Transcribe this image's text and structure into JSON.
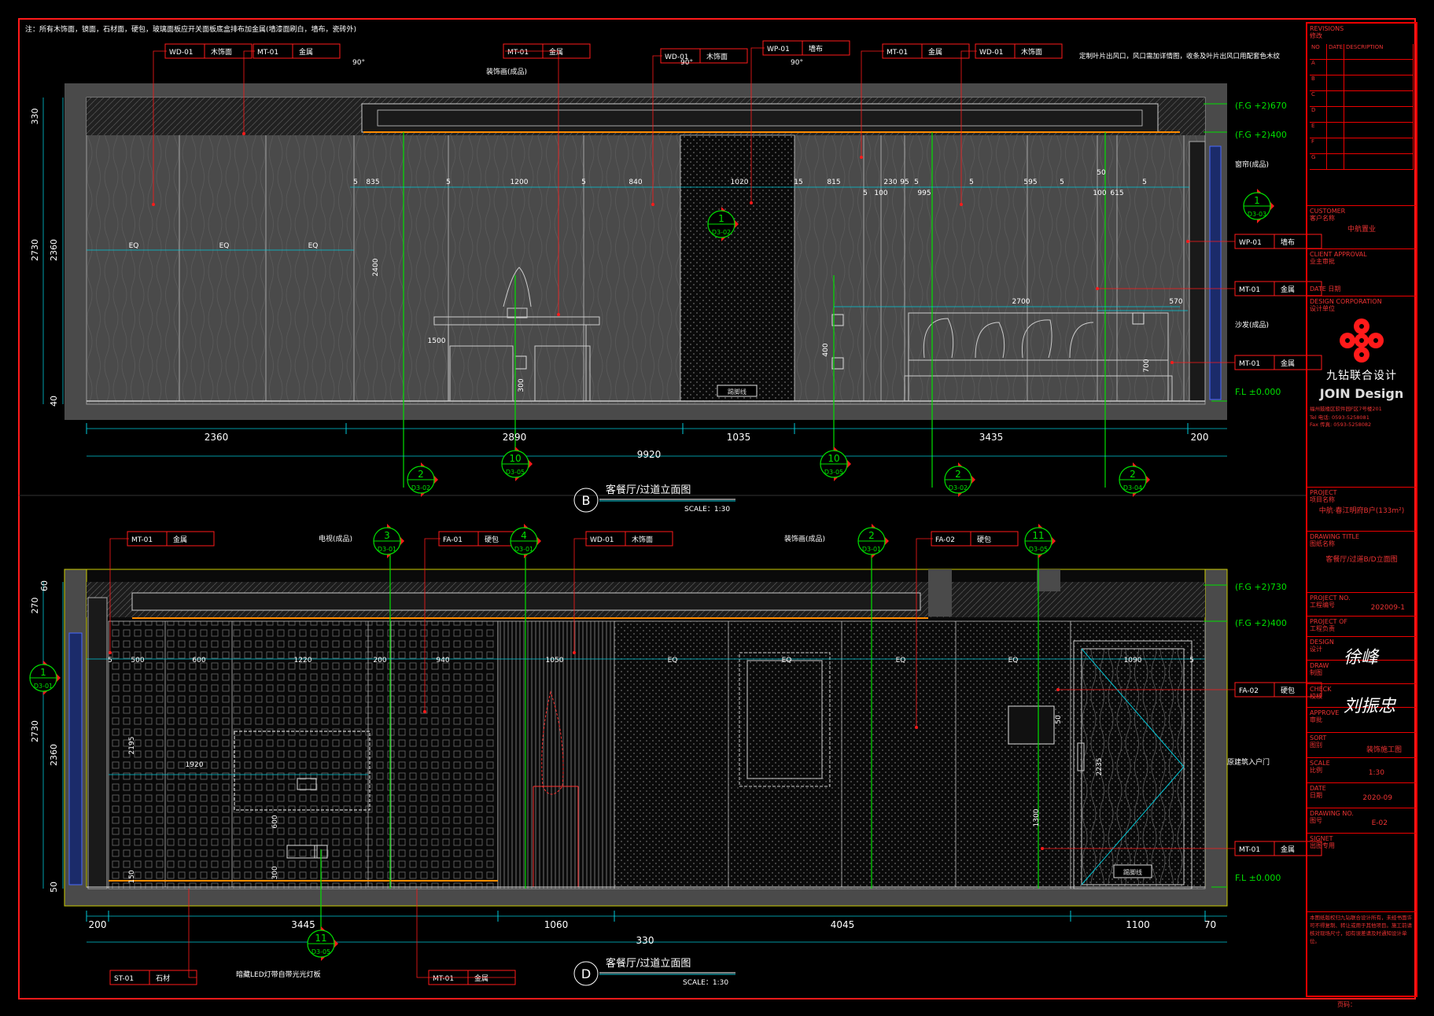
{
  "note": "注：所有木饰面，镜面，石材面，硬包，玻璃面板应开关面板底盒排布加金属(墙漆面刷白，墙布，瓷砖外)",
  "elevation_b": {
    "title": "客餐厅/过道立面图",
    "marker": "B",
    "scale": "SCALE：1:30",
    "tags": [
      {
        "code": "WD-01",
        "name": "木饰面"
      },
      {
        "code": "MT-01",
        "name": "金属"
      },
      {
        "code": "MT-01",
        "name": "金属"
      },
      {
        "code": "WD-01",
        "name": "木饰面"
      },
      {
        "code": "WP-01",
        "name": "墙布"
      },
      {
        "code": "MT-01",
        "name": "金属"
      },
      {
        "code": "WD-01",
        "name": "木饰面"
      }
    ],
    "right_tags": [
      {
        "code": "WP-01",
        "name": "墙布"
      },
      {
        "code": "MT-01",
        "name": "金属"
      },
      {
        "code": "MT-01",
        "name": "金属"
      }
    ],
    "notes": {
      "top_right": "定制叶片出风口，风口需加详情图，收条及叶片出风口用配套色木纹",
      "decor": "装饰画(成品)",
      "curtain": "窗帘(成品)",
      "sofa": "沙发(成品)",
      "skirting": "踢脚线"
    },
    "levels": [
      "(F.G +2)670",
      "(F.G +2)400",
      "F.L ±0.000"
    ],
    "vertical_dims": [
      "330",
      "2730",
      "2360",
      "40"
    ],
    "vertical_dims_inner": [
      "2400",
      "400",
      "300",
      "700"
    ],
    "angles": [
      "90°",
      "90°",
      "90°"
    ],
    "inner_dims": [
      "5",
      "835",
      "5",
      "1200",
      "5",
      "840",
      "1020",
      "15",
      "815",
      "5",
      "100",
      "230",
      "95",
      "5",
      "995",
      "5",
      "595",
      "5",
      "100",
      "615",
      "5",
      "50",
      "EQ",
      "EQ",
      "EQ",
      "1500",
      "2700",
      "570"
    ],
    "bottom_dims": [
      "2360",
      "2890",
      "1035",
      "3435",
      "200"
    ],
    "total": "9920",
    "callouts": [
      {
        "num": "1",
        "sheet": "D3-02"
      },
      {
        "num": "1",
        "sheet": "D3-03"
      },
      {
        "num": "2",
        "sheet": "D3-02"
      },
      {
        "num": "10",
        "sheet": "D3-05"
      },
      {
        "num": "10",
        "sheet": "D3-05"
      },
      {
        "num": "2",
        "sheet": "D3-02"
      },
      {
        "num": "2",
        "sheet": "D3-04"
      }
    ]
  },
  "elevation_d": {
    "title": "客餐厅/过道立面图",
    "marker": "D",
    "scale": "SCALE：1:30",
    "tags": [
      {
        "code": "MT-01",
        "name": "金属"
      },
      {
        "code": "FA-01",
        "name": "硬包"
      },
      {
        "code": "WD-01",
        "name": "木饰面"
      },
      {
        "code": "FA-02",
        "name": "硬包"
      }
    ],
    "right_tags": [
      {
        "code": "FA-02",
        "name": "硬包"
      },
      {
        "code": "MT-01",
        "name": "金属"
      }
    ],
    "bottom_tags": [
      {
        "code": "ST-01",
        "name": "石材"
      },
      {
        "code": "MT-01",
        "name": "金属"
      }
    ],
    "notes": {
      "tv": "电视(成品)",
      "decor": "装饰画(成品)",
      "door": "原建筑入户门",
      "led": "暗藏LED灯带自带光光灯板",
      "skirting": "踢脚线"
    },
    "levels": [
      "(F.G +2)730",
      "(F.G +2)400",
      "F.L ±0.000"
    ],
    "vertical_dims": [
      "270",
      "60",
      "2730",
      "2360",
      "50"
    ],
    "vertical_dims_inner": [
      "2195",
      "600",
      "300",
      "150",
      "2235",
      "1300",
      "50"
    ],
    "inner_dims": [
      "5",
      "500",
      "600",
      "1220",
      "200",
      "940",
      "1050",
      "EQ",
      "EQ",
      "EQ",
      "EQ",
      "1090",
      "5",
      "1920"
    ],
    "bottom_dims": [
      "200",
      "3445",
      "1060",
      "4045",
      "1100",
      "70"
    ],
    "total": "330",
    "callouts": [
      {
        "num": "3",
        "sheet": "D3-01"
      },
      {
        "num": "4",
        "sheet": "D3-01"
      },
      {
        "num": "2",
        "sheet": "D3-01"
      },
      {
        "num": "11",
        "sheet": "D3-05"
      },
      {
        "num": "1",
        "sheet": "D3-01"
      },
      {
        "num": "11",
        "sheet": "D3-05"
      }
    ]
  },
  "title_block": {
    "revisions_label": "REVISIONS",
    "revisions_cn": "修改",
    "rev_headers": [
      "NO",
      "DATE",
      "DESCRIPTION"
    ],
    "rev_rows": [
      "A",
      "B",
      "C",
      "D",
      "E",
      "F",
      "G"
    ],
    "customer_label": "CUSTOMER",
    "customer_cn": "客户名称",
    "customer": "中航置业",
    "client_approval": "CLIENT APPROVAL",
    "client_approval_cn": "业主审批",
    "date_label": "DATE 日期",
    "design_corp": "DESIGN CORPORATION",
    "design_corp_cn": "设计单位",
    "brand_cn": "九钻联合设计",
    "brand_en": "JOIN Design",
    "address": "福州鼓楼区软件园F区7号楼201",
    "tel": "Tel 电话: 0593-5258081",
    "fax": "Fax 传真: 0593-5258082",
    "project_label": "PROJECT",
    "project_cn": "项目名称",
    "project": "中航·春江明府B户(133m²)",
    "drawing_title_label": "DRAWING TITLE",
    "drawing_title_cn": "图纸名称",
    "drawing_title": "客餐厅/过道B/D立面图",
    "project_no_label": "PROJECT NO.",
    "project_no_cn": "工程编号",
    "project_no": "202009-1",
    "project_of_label": "PROJECT OF",
    "project_of_cn": "工程负责",
    "design_label": "DESIGN",
    "design_cn": "设计",
    "draw_label": "DRAW",
    "draw_cn": "制图",
    "check_label": "CHECK",
    "check_cn": "校核",
    "approve_label": "APPROVE",
    "approve_cn": "审批",
    "sort_label": "SORT",
    "sort_cn": "图别",
    "sort": "装饰施工图",
    "scale_label": "SCALE",
    "scale_cn": "比例",
    "scale": "1:30",
    "date2_label": "DATE",
    "date2_cn": "日期",
    "date": "2020-09",
    "drawing_no_label": "DRAWING NO.",
    "drawing_no_cn": "图号",
    "drawing_no": "E-02",
    "signet_label": "SIGNET",
    "signet_cn": "出图专用",
    "signature_design": "徐峰",
    "signature_check": "刘振忠",
    "footer_note": "本图纸版权归九钻联合设计所有，未经书面许可不得复制、转让或用于其他项目。施工前请核对现场尺寸，如有误差请及时通知设计单位。",
    "page": "页码："
  },
  "colors": {
    "red": "#ff1a1a",
    "green": "#00e000",
    "cyan": "#00c8d8",
    "wall": "#4a4a4a",
    "line": "#d8d8d8"
  }
}
